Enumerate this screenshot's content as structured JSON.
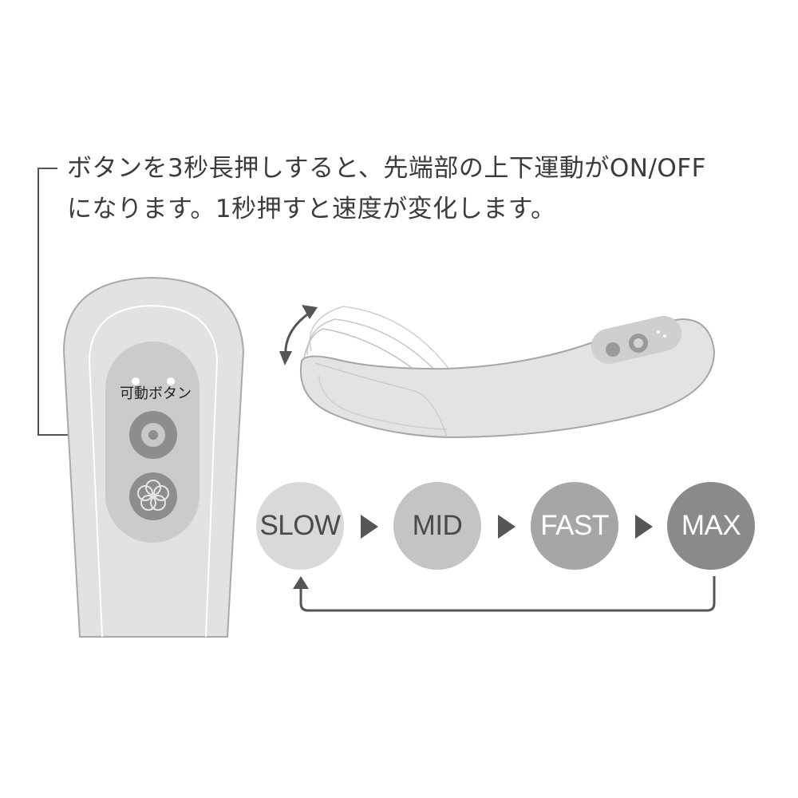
{
  "instructions": {
    "line1": "ボタンを3秒長押しすると、先端部の上下運動がON/OFF",
    "line2": "になります。1秒押すと速度が変化します。"
  },
  "remote": {
    "button_label": "可動ボタン",
    "icons": [
      "power-button-icon",
      "flower-mode-button-icon"
    ]
  },
  "speeds": [
    {
      "label": "SLOW",
      "color": "#d9d9d9",
      "text_color": "#4a4a4a"
    },
    {
      "label": "MID",
      "color": "#c4c4c4",
      "text_color": "#4a4a4a"
    },
    {
      "label": "FAST",
      "color": "#a6a6a6",
      "text_color": "#ffffff"
    },
    {
      "label": "MAX",
      "color": "#8a8a8a",
      "text_color": "#ffffff"
    }
  ],
  "colors": {
    "line": "#555555",
    "device_body": "#e4e4e4",
    "device_outline": "#bdbdbd"
  }
}
